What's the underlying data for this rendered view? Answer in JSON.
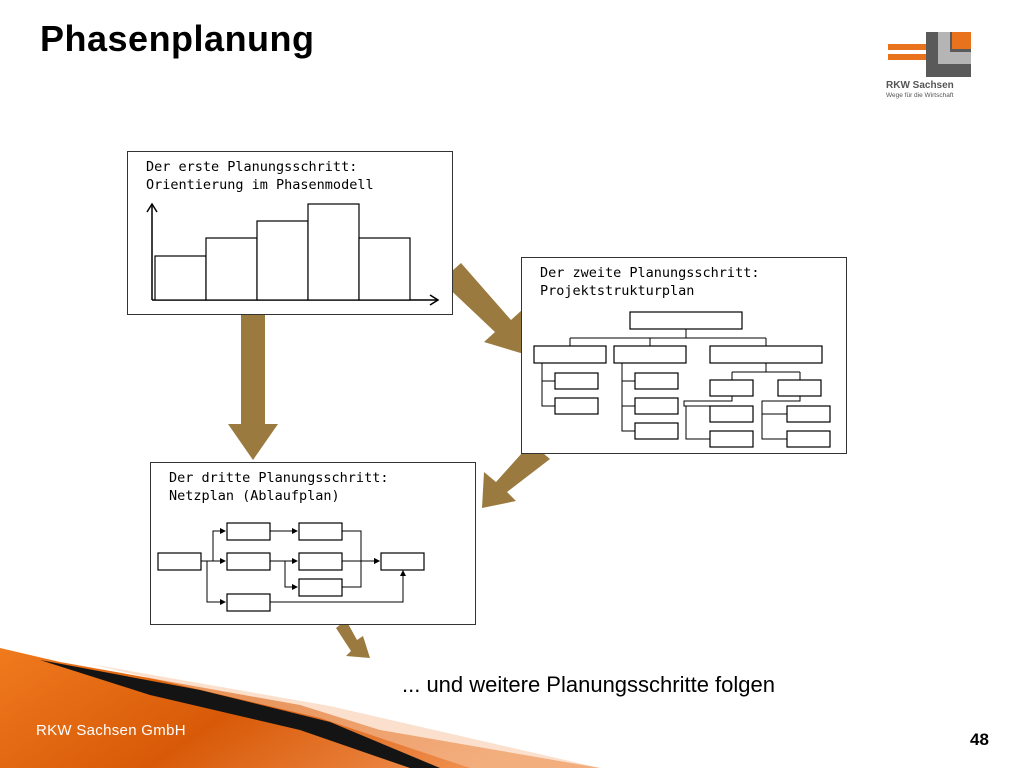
{
  "slide": {
    "title": "Phasenplanung",
    "page_number": "48",
    "footer_company": "RKW Sachsen GmbH",
    "closing_text": "... und weitere Planungsschritte folgen"
  },
  "logo": {
    "name": "RKW Sachsen",
    "tagline": "Wege für die Wirtschaft",
    "colors": {
      "orange": "#e8731c",
      "gray": "#8c8c8c",
      "dark_gray": "#5a5a5a"
    }
  },
  "steps": [
    {
      "title_line1": "Der erste Planungsschritt:",
      "title_line2": "Orientierung im Phasenmodell"
    },
    {
      "title_line1": "Der zweite Planungsschritt:",
      "title_line2": "Projektstrukturplan"
    },
    {
      "title_line1": "Der dritte Planungsschritt:",
      "title_line2": "Netzplan (Ablaufplan)"
    }
  ],
  "colors": {
    "arrow": "#9b7a3f",
    "footer_orange": "#e86a10",
    "box_border": "#333333"
  },
  "icons": [
    "phase-bar-chart-icon",
    "structure-tree-icon",
    "network-plan-icon",
    "flow-arrow-icon"
  ]
}
